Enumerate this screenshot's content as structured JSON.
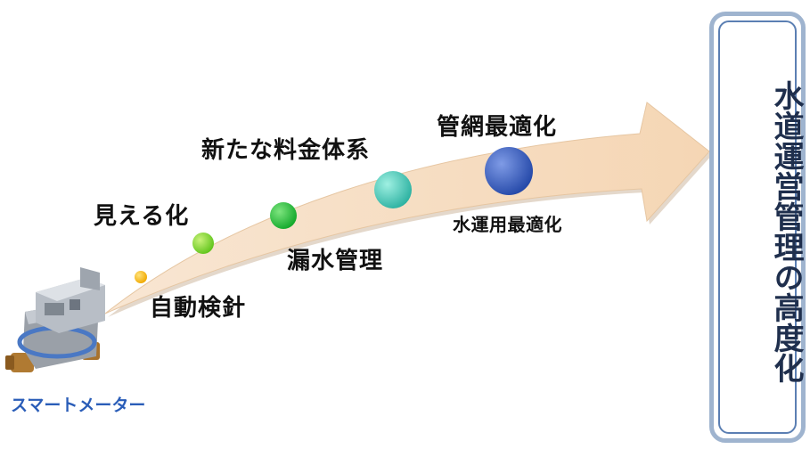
{
  "diagram": {
    "steps": [
      {
        "id": "jido",
        "label": "自動検針",
        "color": "#f4b400"
      },
      {
        "id": "mieru",
        "label": "見える化",
        "color": "#7ed321"
      },
      {
        "id": "rousui",
        "label": "漏水管理",
        "color": "#1fbf3a"
      },
      {
        "id": "ryokin",
        "label": "新たな料金体系",
        "color": "#3cc3b0"
      },
      {
        "id": "suiun",
        "label": "水運用最適化",
        "color": "#3a64c8"
      },
      {
        "id": "kanmou",
        "label": "管網最適化",
        "color": "#3a64c8"
      }
    ],
    "meter_label": "スマートメーター",
    "goal_label": "水道運営管理の高度化",
    "colors": {
      "arrow_fill": "#f5dcc0",
      "arrow_shadow": "#c9b8a6",
      "goal_border_outer": "#9fb4cf",
      "goal_border_inner": "#5b7fb3",
      "meter_label_color": "#2a5db8"
    }
  }
}
